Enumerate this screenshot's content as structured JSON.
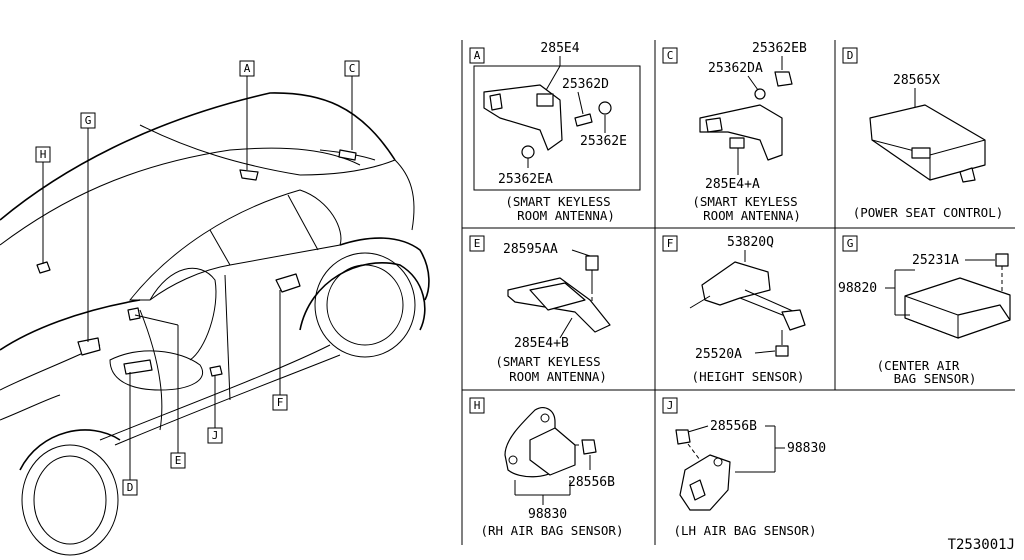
{
  "car_callouts": [
    "A",
    "C",
    "G",
    "H",
    "E",
    "D",
    "J",
    "F"
  ],
  "panels": {
    "A": {
      "letter": "A",
      "parts": [
        "285E4",
        "25362D",
        "25362E",
        "25362EA"
      ],
      "caption": [
        "(SMART KEYLESS",
        "ROOM ANTENNA)"
      ]
    },
    "C": {
      "letter": "C",
      "parts": [
        "25362EB",
        "25362DA",
        "285E4+A"
      ],
      "caption": [
        "(SMART KEYLESS",
        "ROOM ANTENNA)"
      ]
    },
    "D": {
      "letter": "D",
      "parts": [
        "28565X"
      ],
      "caption": [
        "(POWER SEAT CONTROL)"
      ]
    },
    "E": {
      "letter": "E",
      "parts": [
        "28595AA",
        "285E4+B"
      ],
      "caption": [
        "(SMART KEYLESS",
        "ROOM ANTENNA)"
      ]
    },
    "F": {
      "letter": "F",
      "parts": [
        "53820Q",
        "25520A"
      ],
      "caption": [
        "(HEIGHT SENSOR)"
      ]
    },
    "G": {
      "letter": "G",
      "parts": [
        "25231A",
        "98820"
      ],
      "caption": [
        "(CENTER AIR",
        "BAG SENSOR)"
      ]
    },
    "H": {
      "letter": "H",
      "parts": [
        "98830",
        "28556B"
      ],
      "caption": [
        "(RH AIR BAG SENSOR)"
      ]
    },
    "J": {
      "letter": "J",
      "parts": [
        "28556B",
        "98830"
      ],
      "caption": [
        "(LH AIR BAG SENSOR)"
      ]
    }
  },
  "figure_code": "T253001J"
}
